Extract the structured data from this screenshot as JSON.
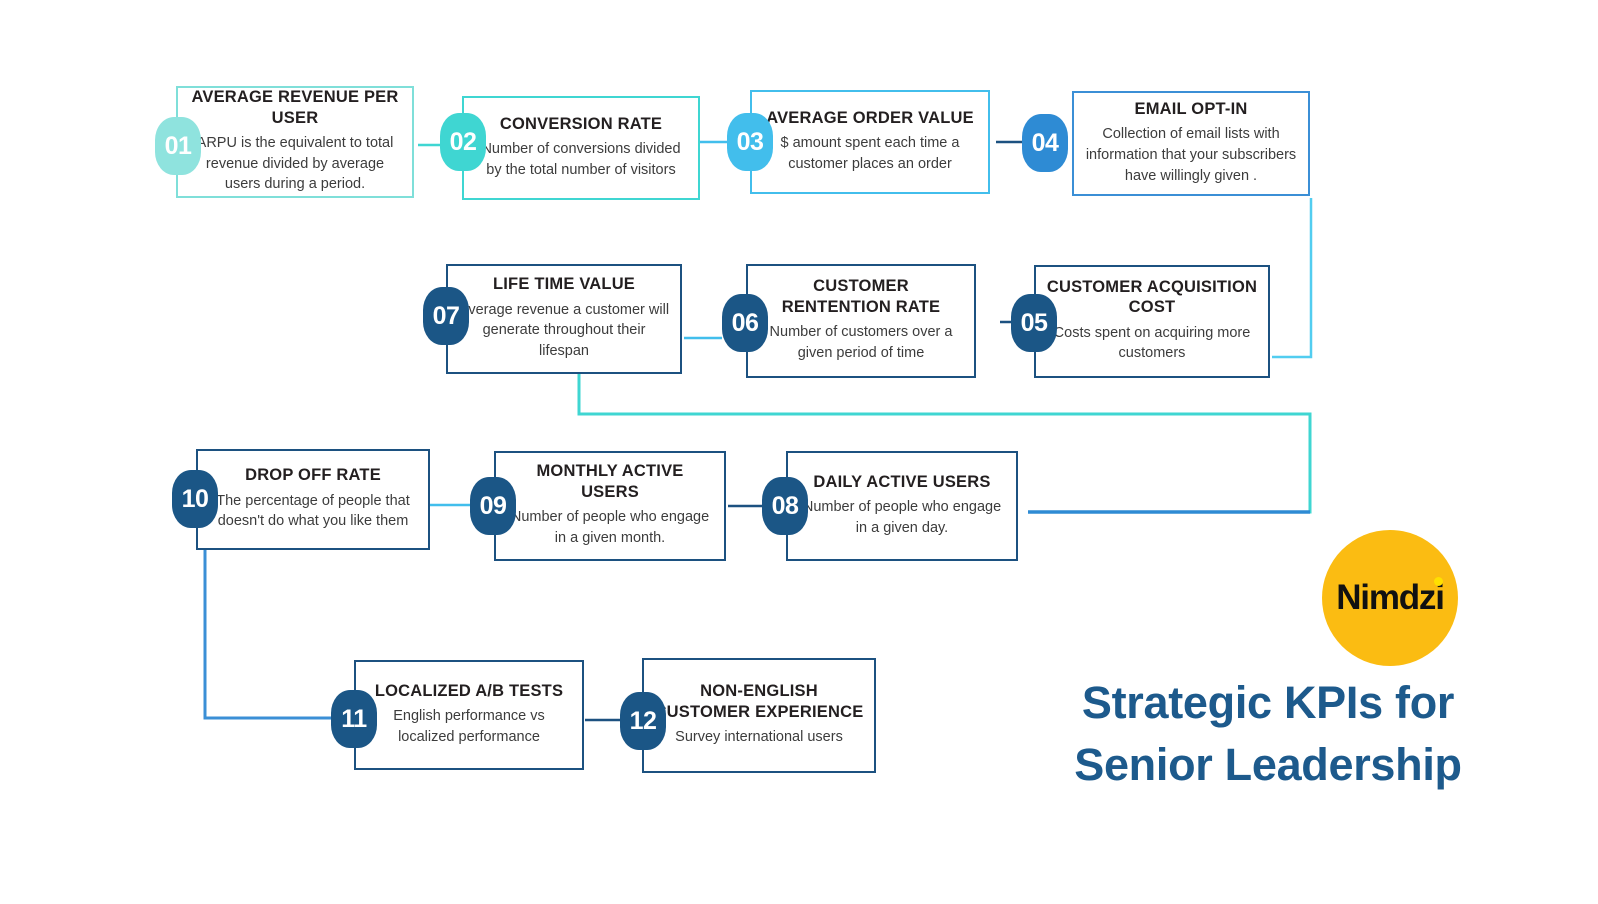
{
  "document": {
    "title": "Strategic KPIs for Senior Leadership",
    "title_lines": [
      "Strategic KPIs for",
      "Senior Leadership"
    ],
    "background_color": "#ffffff"
  },
  "brand": {
    "name": "Nimdzi",
    "logo_circle_color": "#FBBC12",
    "logo_text_color": "#111111",
    "logo_dot_color": "#FFE000",
    "title_color": "#1D5A8C"
  },
  "palette": {
    "pale_teal": "#8FE3DE",
    "turquoise": "#3FD6D2",
    "sky_blue": "#42BEEC",
    "medium_blue": "#2E8BD4",
    "navy": "#1B5686",
    "dark_navy": "#1C5180",
    "text_dark": "#231f20",
    "text_body": "#3c3c3c"
  },
  "kpis": [
    {
      "number": "01",
      "title": "AVERAGE REVENUE PER USER",
      "description": "ARPU is the equivalent to total revenue divided by average users during a period.",
      "badge_color": "#8FE3DE",
      "border_color": "#7FDFD9"
    },
    {
      "number": "02",
      "title": "CONVERSION RATE",
      "description": "Number of conversions divided by the total number of visitors",
      "badge_color": "#3FD6D2",
      "border_color": "#3FD6D2"
    },
    {
      "number": "03",
      "title": "AVERAGE ORDER VALUE",
      "description": "$ amount spent each time a customer places an order",
      "badge_color": "#42BEEC",
      "border_color": "#42BEEC"
    },
    {
      "number": "04",
      "title": "EMAIL OPT-IN",
      "description": "Collection of email lists with information that your subscribers have willingly given .",
      "badge_color": "#2E8BD4",
      "border_color": "#3B8FD6"
    },
    {
      "number": "05",
      "title": "CUSTOMER ACQUISITION COST",
      "description": "Costs spent on acquiring more customers",
      "badge_color": "#1B5686",
      "border_color": "#1C5180"
    },
    {
      "number": "06",
      "title": "CUSTOMER RENTENTION RATE",
      "description": "Number of customers  over a given period of time",
      "badge_color": "#1B5686",
      "border_color": "#1C5180"
    },
    {
      "number": "07",
      "title": "LIFE TIME VALUE",
      "description": "Average revenue  a customer will generate throughout their lifespan",
      "badge_color": "#1B5686",
      "border_color": "#1C5180"
    },
    {
      "number": "08",
      "title": "DAILY ACTIVE USERS",
      "description": "Number of people who engage in a given day.",
      "badge_color": "#1B5686",
      "border_color": "#1C5180"
    },
    {
      "number": "09",
      "title": "MONTHLY ACTIVE USERS",
      "description": "Number of people who engage in a given month.",
      "badge_color": "#1B5686",
      "border_color": "#1C5180"
    },
    {
      "number": "10",
      "title": "DROP OFF RATE",
      "description": "The percentage of people that doesn't do what you like them",
      "badge_color": "#1B5686",
      "border_color": "#1C5180"
    },
    {
      "number": "11",
      "title": "LOCALIZED A/B TESTS",
      "description": "English performance vs localized performance",
      "badge_color": "#1B5686",
      "border_color": "#1C5180"
    },
    {
      "number": "12",
      "title": "NON-ENGLISH CUSTOMER EXPERIENCE",
      "description": "Survey international users",
      "badge_color": "#1B5686",
      "border_color": "#1C5180"
    }
  ]
}
